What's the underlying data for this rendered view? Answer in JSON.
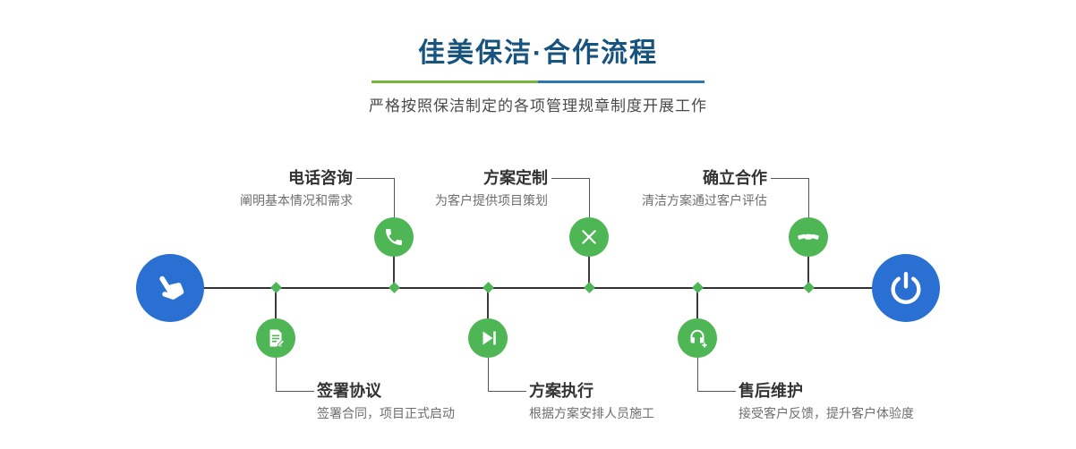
{
  "header": {
    "title": "佳美保洁·合作流程",
    "subtitle": "严格按照保洁制定的各项管理规章制度开展工作"
  },
  "timeline": {
    "start_icon": "pointing-hand-icon",
    "end_icon": "power-icon"
  },
  "steps": [
    {
      "position": "top",
      "title": "电话咨询",
      "description": "阐明基本情况和需求",
      "icon": "phone-icon"
    },
    {
      "position": "top",
      "title": "方案定制",
      "description": "为客户提供项目策划",
      "icon": "design-tools-icon"
    },
    {
      "position": "top",
      "title": "确立合作",
      "description": "清洁方案通过客户评估",
      "icon": "handshake-icon"
    },
    {
      "position": "bottom",
      "title": "签署协议",
      "description": "签署合同，项目正式启动",
      "icon": "contract-icon"
    },
    {
      "position": "bottom",
      "title": "方案执行",
      "description": "根据方案安排人员施工",
      "icon": "play-execute-icon"
    },
    {
      "position": "bottom",
      "title": "售后维护",
      "description": "接受客户反馈，提升客户体验度",
      "icon": "headset-support-icon"
    }
  ],
  "colors": {
    "title_blue": "#17537f",
    "divider_green": "#76b43b",
    "divider_blue": "#2e75b6",
    "endpoint_blue": "#2a6fd2",
    "node_green": "#4fb656",
    "line_dark": "#333333",
    "step_title": "#333333",
    "step_description": "#6e6e6e"
  }
}
